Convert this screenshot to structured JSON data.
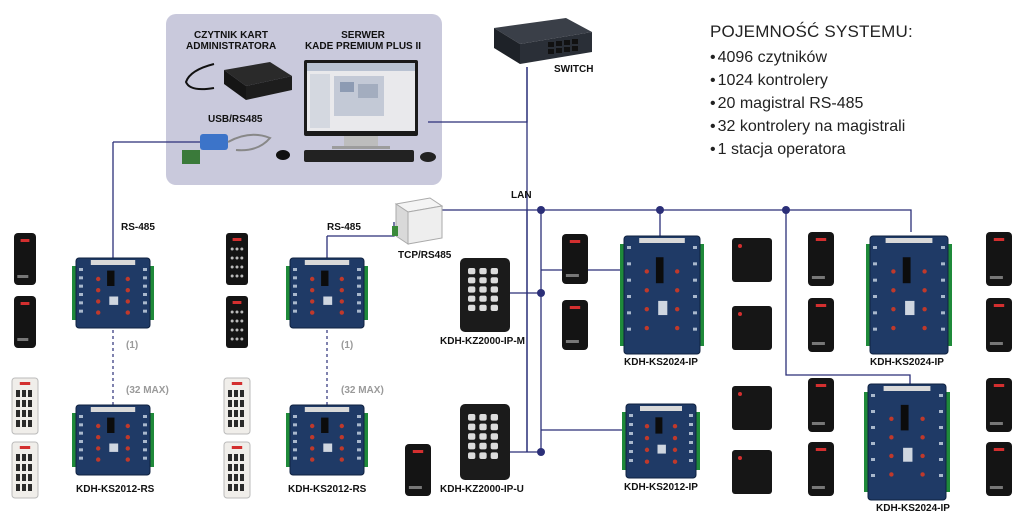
{
  "capacity": {
    "title": "POJEMNOŚĆ SYSTEMU:",
    "items": [
      "4096 czytników",
      "1024 kontrolery",
      "20 magistral RS-485",
      "32 kontrolery na magistrali",
      "1 stacja operatora"
    ]
  },
  "admin": {
    "reader_label_1": "CZYTNIK KART",
    "reader_label_2": "ADMINISTRATORA",
    "server_label_1": "SERWER",
    "server_label_2": "KADE PREMIUM PLUS II",
    "usb_label": "USB/RS485"
  },
  "network": {
    "switch_label": "SWITCH",
    "lan_label": "LAN",
    "tcp_label": "TCP/RS485",
    "rs485_left": "RS-485",
    "rs485_mid": "RS-485"
  },
  "devices": {
    "left_first": "(1)",
    "left_max": "(32 MAX)",
    "left_bottom": "KDH-KS2012-RS",
    "mid_first": "(1)",
    "mid_max": "(32 MAX)",
    "mid_bottom": "KDH-KS2012-RS",
    "keypad_m": "KDH-KZ2000-IP-M",
    "keypad_u": "KDH-KZ2000-IP-U",
    "ks2024_a": "KDH-KS2024-IP",
    "ks2012_ip": "KDH-KS2012-IP",
    "ks2024_b": "KDH-KS2024-IP",
    "ks2024_c": "KDH-KS2024-IP"
  },
  "colors": {
    "line": "#2b2f78",
    "board": "#1f3a66",
    "admin_box": "#c9c9dc"
  }
}
